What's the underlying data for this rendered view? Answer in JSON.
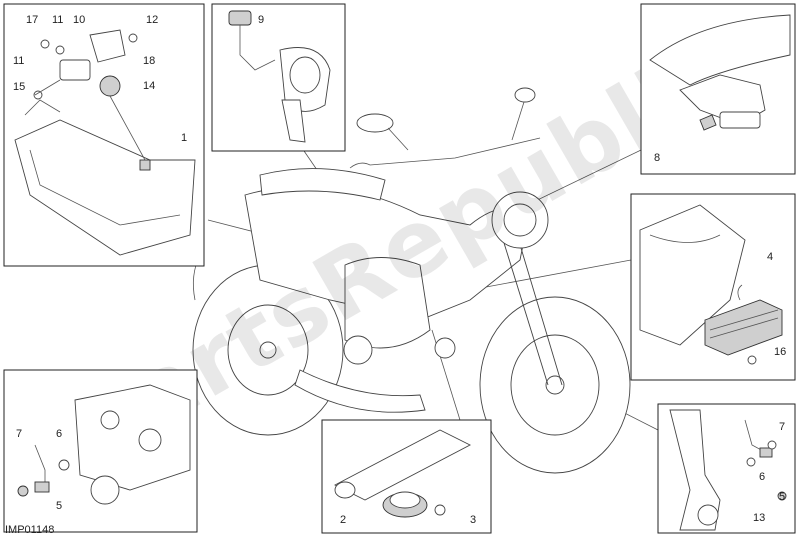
{
  "diagram": {
    "code": "IMP01148",
    "watermark": "PartsRepublik",
    "callouts": {
      "top_left": [
        "17",
        "11",
        "10",
        "12",
        "11",
        "18",
        "15",
        "14",
        "1"
      ],
      "top_center": [
        "9"
      ],
      "top_right": [
        "8"
      ],
      "mid_right": [
        "4",
        "16"
      ],
      "bottom_left": [
        "7",
        "6",
        "5"
      ],
      "bottom_center": [
        "2",
        "3"
      ],
      "bottom_right": [
        "7",
        "5",
        "6",
        "13"
      ]
    }
  }
}
